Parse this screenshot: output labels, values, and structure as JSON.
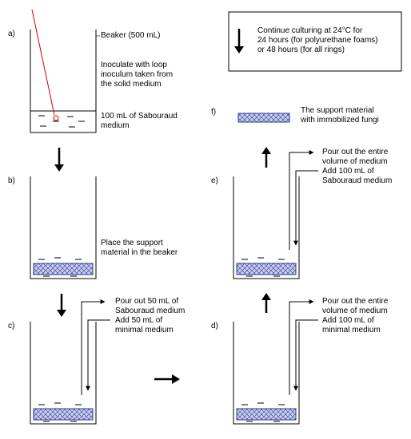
{
  "steps": {
    "a": "a)",
    "b": "b)",
    "c": "c)",
    "d": "d)",
    "e": "e)",
    "f": "f)"
  },
  "texts": {
    "beaker": "Beaker (500 mL)",
    "inoculate": "Inoculate with loop\ninoculum taken from\nthe solid medium",
    "sabouraud_100": "100 mL of  Sabouraud\nmedium",
    "place_support": "Place the support\nmaterial in the beaker",
    "c_pour": "Pour out 50 mL of\nSabouraud medium",
    "c_add": "Add 50 mL of\nminimal medium",
    "d_pour": "Pour out the entire\nvolume of medium",
    "d_add": "Add 100 mL of\nminimal medium",
    "e_pour": "Pour out the entire\nvolume of medium",
    "e_add": "Add 100 mL of\nSabouraud medium",
    "f_support": "The support material\nwith immobilized fungi",
    "continue": "Continue culturing at 24°C for\n24 hours (for polyurethane foams)\nor 48 hours (for all rings)"
  },
  "colors": {
    "line": "#000000",
    "loop": "#d40000",
    "support_fill": "#c8cdf0",
    "support_stroke": "#2e3a8c"
  }
}
